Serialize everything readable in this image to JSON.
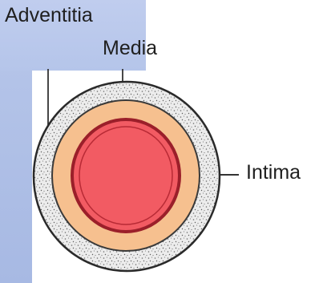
{
  "labels": {
    "adventitia": "Adventitia",
    "media": "Media",
    "intima": "Intima"
  },
  "colors": {
    "panel": "#b3c3e9",
    "adventitia_fill": "#e9e9e9",
    "media_fill": "#f6c08f",
    "intima_fill": "#f25b63",
    "intima_stroke": "#9b1f2a",
    "outline": "#2a2a2a"
  }
}
